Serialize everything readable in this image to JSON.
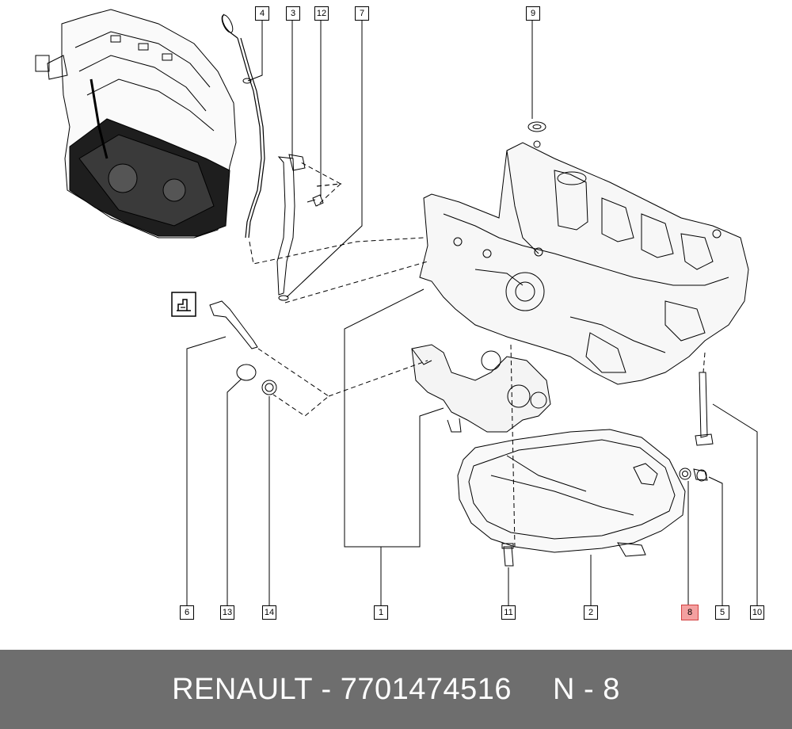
{
  "callouts": {
    "c1": "1",
    "c2": "2",
    "c3": "3",
    "c4": "4",
    "c5": "5",
    "c6": "6",
    "c7": "7",
    "c8": "8",
    "c9": "9",
    "c10": "10",
    "c11": "11",
    "c12": "12",
    "c13": "13",
    "c14": "14"
  },
  "highlight_color": "#f4a0a0",
  "footer": {
    "brand_part": "RENAULT - 7701474516",
    "position": "N - 8"
  },
  "icons": [
    "engine-overview-icon",
    "reference-book-icon"
  ]
}
